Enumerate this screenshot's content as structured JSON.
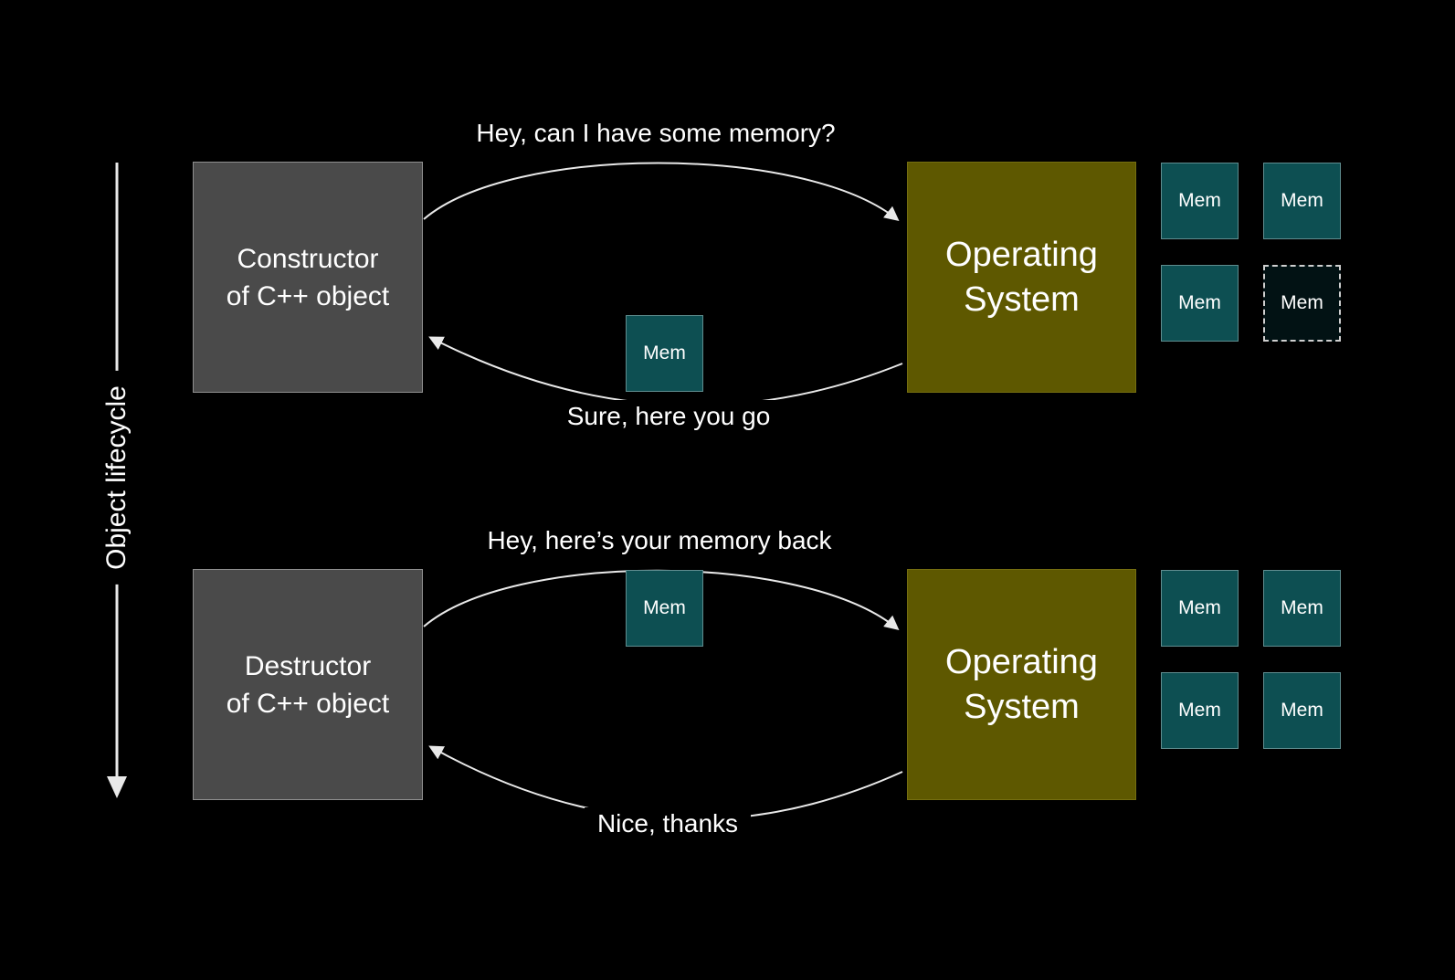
{
  "colors": {
    "background": "#000000",
    "actor_box": "#4a4a4a",
    "os_box": "#5e5800",
    "mem_box": "#0d4f52",
    "arrow": "#e9e9e9",
    "text": "#ffffff"
  },
  "lifecycle": {
    "label": "Object lifecycle"
  },
  "top_section": {
    "actor": {
      "line1": "Constructor",
      "line2": "of C++ object"
    },
    "os": {
      "line1": "Operating",
      "line2": "System"
    },
    "request_label": "Hey, can I have some memory?",
    "response_label": "Sure, here you go",
    "transfer_mem": {
      "label": "Mem"
    },
    "mem_grid": [
      {
        "label": "Mem",
        "state": "filled"
      },
      {
        "label": "Mem",
        "state": "filled"
      },
      {
        "label": "Mem",
        "state": "filled"
      },
      {
        "label": "Mem",
        "state": "empty"
      }
    ]
  },
  "bottom_section": {
    "actor": {
      "line1": "Destructor",
      "line2": "of C++ object"
    },
    "os": {
      "line1": "Operating",
      "line2": "System"
    },
    "request_label": "Hey, here’s your memory back",
    "response_label": "Nice, thanks",
    "transfer_mem": {
      "label": "Mem"
    },
    "mem_grid": [
      {
        "label": "Mem",
        "state": "filled"
      },
      {
        "label": "Mem",
        "state": "filled"
      },
      {
        "label": "Mem",
        "state": "filled"
      },
      {
        "label": "Mem",
        "state": "filled"
      }
    ]
  }
}
